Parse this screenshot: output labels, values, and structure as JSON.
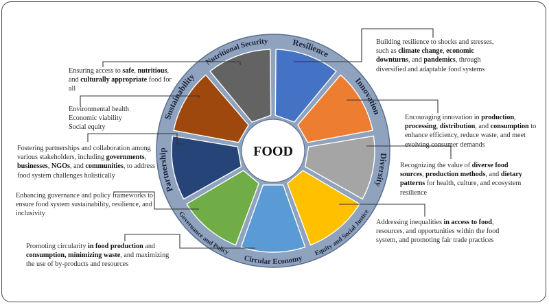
{
  "center": {
    "label": "FOOD"
  },
  "colors": {
    "ring": "#8fa3bf",
    "ring_edge": "#5a6f8f",
    "separator": "#8fa3bf",
    "outline": "#ffffff"
  },
  "segments": [
    {
      "name": "Resilience",
      "color": "#4472c4"
    },
    {
      "name": "Innovation",
      "color": "#ed7d31"
    },
    {
      "name": "Diversity",
      "color": "#a5a5a5"
    },
    {
      "name": "Equity and Social Justice",
      "color": "#ffc000"
    },
    {
      "name": "Circular Economy",
      "color": "#5b9bd5"
    },
    {
      "name": "Governance and Policy",
      "color": "#70ad47"
    },
    {
      "name": "Partnership",
      "color": "#264478"
    },
    {
      "name": "Sustainability",
      "color": "#9e480e"
    },
    {
      "name": "Nutritional Security",
      "color": "#636363"
    }
  ],
  "notes": {
    "nutritional_security": [
      {
        "t": "Ensuring access to "
      },
      {
        "t": "safe",
        "b": true
      },
      {
        "t": ", "
      },
      {
        "t": "nutritious",
        "b": true
      },
      {
        "t": ", and "
      },
      {
        "t": "culturally appropriate",
        "b": true
      },
      {
        "t": " food for all"
      }
    ],
    "sustainability": [
      {
        "t": "Environmental health"
      },
      {
        "br": true
      },
      {
        "t": "Economic viability"
      },
      {
        "br": true
      },
      {
        "t": "Social equity"
      }
    ],
    "partnership": [
      {
        "t": "Fostering partnerships and collaboration among various stakeholders, including "
      },
      {
        "t": "governments",
        "b": true
      },
      {
        "t": ", "
      },
      {
        "t": "businesses",
        "b": true
      },
      {
        "t": ", "
      },
      {
        "t": "NGOs",
        "b": true
      },
      {
        "t": ", and "
      },
      {
        "t": "communities",
        "b": true
      },
      {
        "t": ", to address food system challenges holistically"
      }
    ],
    "governance": [
      {
        "t": "Enhancing governance and policy frameworks to ensure food system sustainability, resilience, and inclusivity"
      }
    ],
    "circular_economy": [
      {
        "t": "Promoting circularity "
      },
      {
        "t": "in food production",
        "b": true
      },
      {
        "t": " and "
      },
      {
        "t": "consumption, minimizing waste",
        "b": true
      },
      {
        "t": ", and maximizing the use of by-products and resources"
      }
    ],
    "resilience": [
      {
        "t": "Building resilience to shocks and stresses, such as "
      },
      {
        "t": "climate change",
        "b": true
      },
      {
        "t": ", "
      },
      {
        "t": "economic downturns",
        "b": true
      },
      {
        "t": ", and "
      },
      {
        "t": "pandemics",
        "b": true
      },
      {
        "t": ", through diversified and adaptable food systems"
      }
    ],
    "innovation": [
      {
        "t": "Encouraging innovation in "
      },
      {
        "t": "production",
        "b": true
      },
      {
        "t": ", "
      },
      {
        "t": "processing",
        "b": true
      },
      {
        "t": ", "
      },
      {
        "t": "distribution",
        "b": true
      },
      {
        "t": ", and "
      },
      {
        "t": "consumption",
        "b": true
      },
      {
        "t": " to enhance efficiency, reduce waste, and meet evolving consumer demands"
      }
    ],
    "diversity": [
      {
        "t": "Recognizing the value of "
      },
      {
        "t": "diverse food sources",
        "b": true
      },
      {
        "t": ", "
      },
      {
        "t": "production methods",
        "b": true
      },
      {
        "t": ", and "
      },
      {
        "t": "dietary patterns",
        "b": true
      },
      {
        "t": " for health, culture, and ecosystem resilience"
      }
    ],
    "equity": [
      {
        "t": "Addressing inequalities "
      },
      {
        "t": "in access to food",
        "b": true
      },
      {
        "t": ", resources, and opportunities within the food system, and promoting fair trade practices"
      }
    ]
  }
}
